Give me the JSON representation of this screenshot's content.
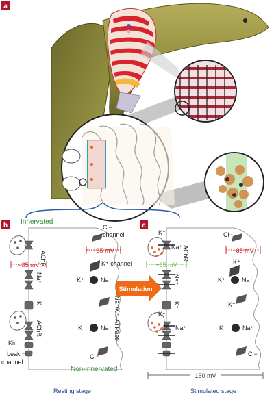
{
  "panels": {
    "a": "a",
    "b": "b",
    "c": "c"
  },
  "labels": {
    "innervated": "Innervated",
    "non_innervated": "Non-innervated",
    "resting_stage": "Resting stage",
    "stimulated_stage": "Stimulated stage",
    "stimulation": "Stimulation",
    "achr": "AChR",
    "cl_channel_line1": "Cl−",
    "cl_channel_line2": "channel",
    "k_channel": "K⁺ channel",
    "na": "Na⁺",
    "k": "K⁺",
    "cl": "Cl−",
    "kir": "Kir",
    "leak_line1": "Leak",
    "leak_line2": "channel",
    "atpase": "Na⁺/K⁺–ATPase"
  },
  "voltages": {
    "b_left": "−85 mV",
    "b_right": "−85 mV",
    "c_left": "+65 mV",
    "c_right": "−85 mV",
    "c_total": "150 mV"
  },
  "colors": {
    "panel_label_bg": "#b0142a",
    "innervated_text": "#2e8b2e",
    "stage_text": "#1f3f8a",
    "voltage_red": "#d0202a",
    "voltage_green": "#5fbf3a",
    "arrow_orange": "#ee6a16",
    "fish_body": "#8f8a3a",
    "electrocyte_red": "#d8242c",
    "bracket_blue": "#2a5aa8"
  }
}
